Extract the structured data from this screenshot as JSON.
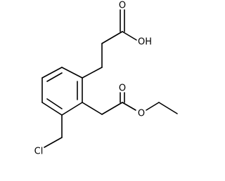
{
  "diagram": {
    "type": "chemical-structure",
    "bond_color": "#000000",
    "background_color": "#ffffff",
    "labels": {
      "carbonyl_oxygen_top": "O",
      "hydroxyl": "OH",
      "carbonyl_oxygen_ester": "O",
      "ester_oxygen": "O",
      "chlorine": "Cl"
    }
  }
}
